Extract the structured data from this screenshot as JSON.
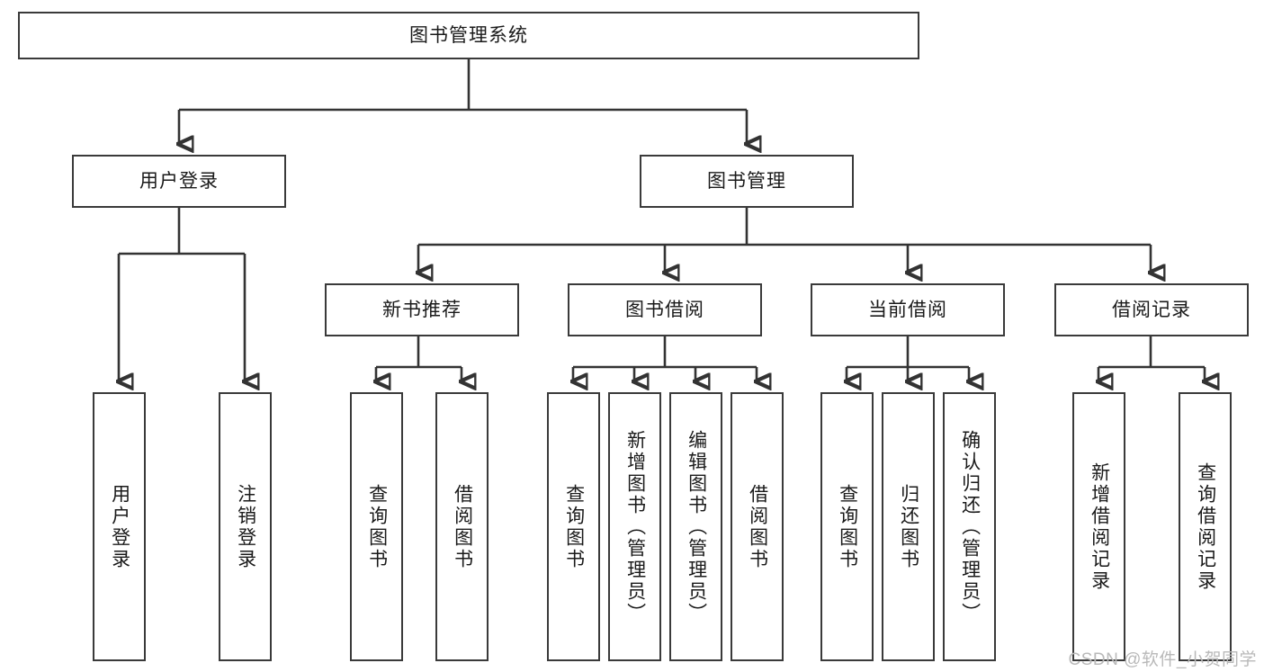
{
  "diagram": {
    "title_node": {
      "label": "图书管理系统"
    },
    "level2": [
      {
        "id": "user-login",
        "label": "用户登录"
      },
      {
        "id": "book-manage",
        "label": "图书管理"
      }
    ],
    "level3": [
      {
        "id": "new-book-recommend",
        "label": "新书推荐"
      },
      {
        "id": "book-borrow",
        "label": "图书借阅"
      },
      {
        "id": "current-borrow",
        "label": "当前借阅"
      },
      {
        "id": "borrow-record",
        "label": "借阅记录"
      }
    ],
    "leaves": {
      "user_login": [
        {
          "id": "leaf-user-login",
          "label": "用户登录"
        },
        {
          "id": "leaf-logout-login",
          "label": "注销登录"
        }
      ],
      "new_book_recommend": [
        {
          "id": "leaf-query-book-1",
          "label": "查询图书"
        },
        {
          "id": "leaf-borrow-book-1",
          "label": "借阅图书"
        }
      ],
      "book_borrow": [
        {
          "id": "leaf-query-book-2",
          "label": "查询图书"
        },
        {
          "id": "leaf-add-book",
          "label": "新增图书（管理员）"
        },
        {
          "id": "leaf-edit-book",
          "label": "编辑图书（管理员）"
        },
        {
          "id": "leaf-borrow-book-2",
          "label": "借阅图书"
        }
      ],
      "current_borrow": [
        {
          "id": "leaf-query-book-3",
          "label": "查询图书"
        },
        {
          "id": "leaf-return-book",
          "label": "归还图书"
        },
        {
          "id": "leaf-confirm-return",
          "label": "确认归还（管理员）"
        }
      ],
      "borrow_record": [
        {
          "id": "leaf-add-record",
          "label": "新增借阅记录"
        },
        {
          "id": "leaf-query-record",
          "label": "查询借阅记录"
        }
      ]
    }
  },
  "watermark": {
    "text": "CSDN @软件_小贺同学"
  },
  "colors": {
    "stroke": "#333333",
    "box_border": "#3a3a3a",
    "text": "#1a1a1a",
    "background": "#ffffff",
    "watermark": "#b9b9b9"
  }
}
